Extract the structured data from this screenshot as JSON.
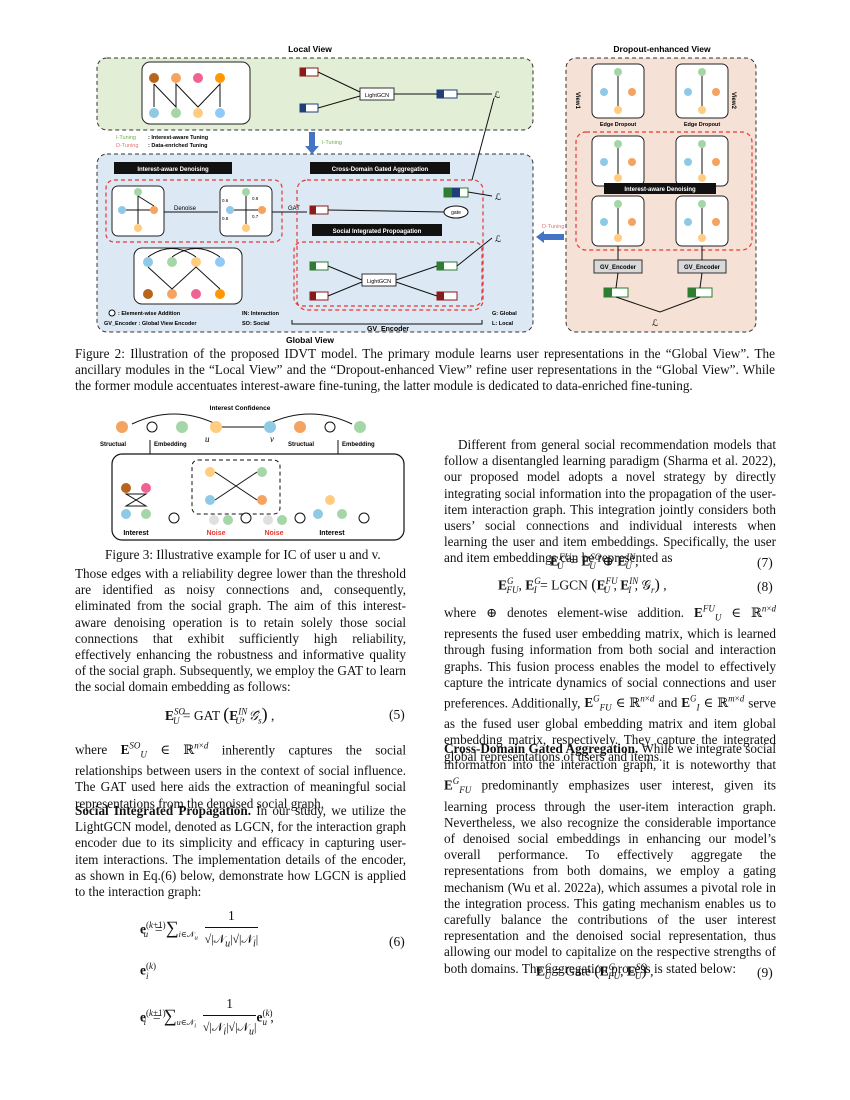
{
  "figure2": {
    "local_view_title": "Local View",
    "dropout_view_title": "Dropout-enhanced View",
    "global_view_title": "Global View",
    "i_tuning_legend": "I-Tuning",
    "i_tuning_desc": ": Interest-aware Tuning",
    "d_tuning_legend": "D-Tuning",
    "d_tuning_desc": ": Data-enriched Tuning",
    "i_tuning_arrow": "I-Tuning",
    "d_tuning_arrow": "D-Tuning",
    "interest_denoising": "Interest-aware Denoising",
    "denoise": "Denoise",
    "gat": "GAT",
    "cross_domain": "Cross-Domain Gated Aggregation",
    "social_prop": "Social Integrated Propoagation",
    "gate": "gate",
    "lightgcn": "LightGCN",
    "gv_encoder": "GV_Encoder",
    "edge_dropout": "Edge Dropout",
    "view1": "View1",
    "view2": "View2",
    "legend_add": ": Element-wise Addition",
    "legend_in": "IN:  Interaction",
    "legend_gv": "GV_Encoder : Global View Encoder",
    "legend_so": "SO:  Social",
    "legend_g": "G:  Global",
    "legend_l": "L:  Local",
    "weights": [
      "0.6",
      "0.9",
      "0.7",
      "0.8"
    ],
    "loss_gl": "ℒ",
    "colors": {
      "local_bg": "#e3eed6",
      "global_bg": "#dce8f3",
      "dropout_bg": "#f6e1d7",
      "red_dash": "#e53935",
      "arrow_blue": "#4472c4",
      "green": "#70ad47",
      "navy": "#1f3f7a",
      "maroon": "#8b1a1a"
    }
  },
  "caption2": "Figure 2: Illustration of the proposed IDVT model. The primary module learns user representations in the “Global View”. The ancillary modules in the “Local View” and the “Dropout-enhanced View” refine user representations in the “Global View”. While the former module accentuates interest-aware fine-tuning, the latter module is dedicated to data-enriched fine-tuning.",
  "figure3": {
    "interest_confidence": "Interest Confidence",
    "structual": "Structual",
    "embedding": "Embedding",
    "interest": "Interest",
    "noise": "Noise",
    "u": "u",
    "v": "v"
  },
  "caption3": "Figure 3: Illustrative example for IC of user u and v.",
  "left": {
    "para1": "Those edges with a reliability degree lower than the threshold are identified as noisy connections and, consequently, eliminated from the social graph. The aim of this interest-aware denoising operation is to retain solely those social connections that exhibit sufficiently high reliability, effectively enhancing the robustness and informative quality of the social graph. Subsequently, we employ the GAT to learn the social domain embedding as follows:",
    "eq5_num": "(5)",
    "para2": "inherently captures the social relationships between users in the context of social influence. The GAT used here aids the extraction of meaningful social representations from the denoised social graph.",
    "sip_head": "Social Integrated Propagation.",
    "sip_body": "In our study, we utilize the LightGCN model, denoted as LGCN, for the interaction graph encoder due to its simplicity and efficacy in capturing user-item interactions. The implementation details of the encoder, as shown in Eq.(6) below, demonstrate how LGCN is applied to the interaction graph:",
    "eq6_num": "(6)"
  },
  "right": {
    "para1": "Different from general social recommendation models that follow a disentangled learning paradigm (Sharma et al. 2022), our proposed model adopts a novel strategy by directly integrating social information into the propagation of the user-item interaction graph. This integration jointly considers both users’ social connections and individual interests when learning the user and item embeddings. Specifically, the user and item embeddings can be represented as",
    "eq7_num": "(7)",
    "eq8_num": "(8)",
    "para2": "matrix, which is learned through fusing information from both social and interaction graphs. This fusion process enables the model to effectively capture the intricate dynamics of social connections and user preferences. Additionally,",
    "para2b": "serve as the fused user global embedding matrix and item global embedding matrix, respectively. They capture the integrated global representations of users and items.",
    "cdga_head": "Cross-Domain Gated Aggregation.",
    "cdga_body": "While we integrate social information into the interaction graph, it is noteworthy that",
    "cdga_body2": "predominantly emphasizes user interest, given its learning process through the user-item interaction graph. Nevertheless, we also recognize the considerable importance of denoised social embeddings in enhancing our model’s overall performance. To effectively aggregate the representations from both domains, we employ a gating mechanism (Wu et al. 2022a), which assumes a pivotal role in the integration process. This gating mechanism enables us to carefully balance the contributions of the user interest representation and the denoised social representation, thus allowing our model to capitalize on the respective strengths of both domains. The aggregation process is stated below:",
    "eq9_num": "(9)"
  }
}
